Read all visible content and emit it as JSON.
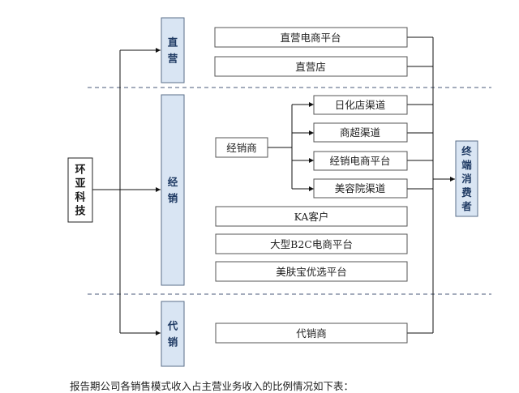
{
  "company": "环亚科技",
  "consumer": "终端消费者",
  "channels": {
    "direct": "直营",
    "distribution": "经销",
    "agency": "代销"
  },
  "direct_nodes": [
    "直营电商平台",
    "直营店"
  ],
  "distributor": "经销商",
  "distributor_nodes": [
    "日化店渠道",
    "商超渠道",
    "经销电商平台",
    "美容院渠道"
  ],
  "other_nodes": [
    "KA客户",
    "大型B2C电商平台",
    "美肤宝优选平台"
  ],
  "agency_nodes": [
    "代销商"
  ],
  "caption": "报告期公司各销售模式收入占主营业务收入的比例情况如下表："
}
